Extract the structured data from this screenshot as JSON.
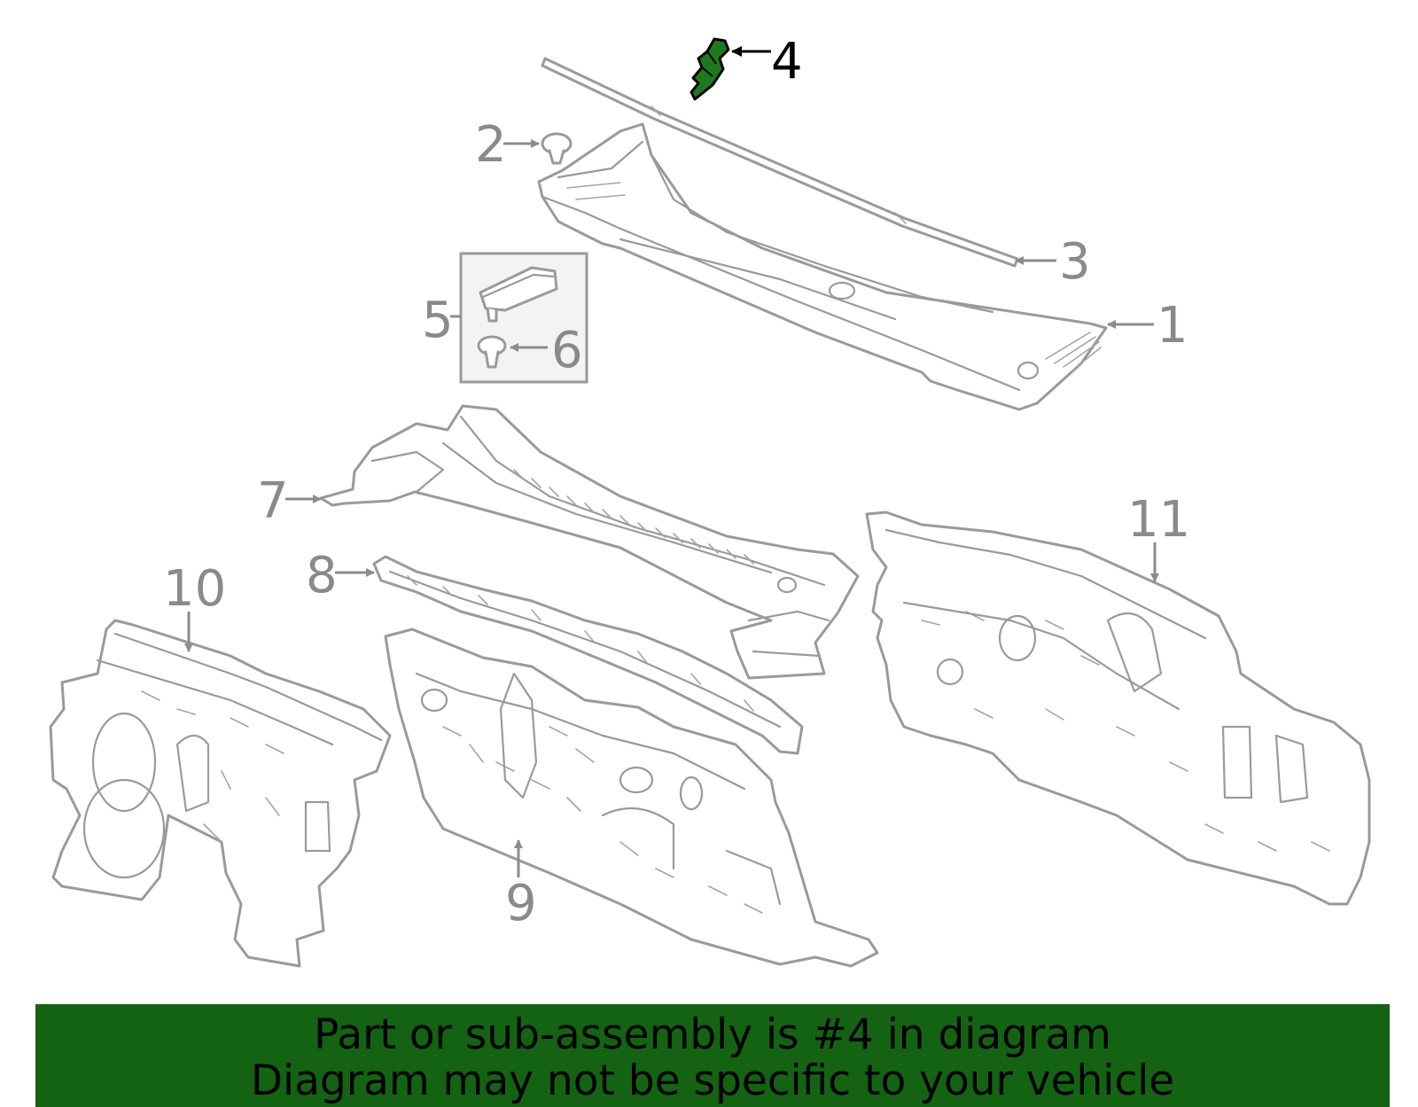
{
  "callouts": [
    {
      "id": "1",
      "label": "1"
    },
    {
      "id": "2",
      "label": "2"
    },
    {
      "id": "3",
      "label": "3"
    },
    {
      "id": "4",
      "label": "4",
      "highlighted": true
    },
    {
      "id": "5",
      "label": "5"
    },
    {
      "id": "6",
      "label": "6"
    },
    {
      "id": "7",
      "label": "7"
    },
    {
      "id": "8",
      "label": "8"
    },
    {
      "id": "9",
      "label": "9"
    },
    {
      "id": "10",
      "label": "10"
    },
    {
      "id": "11",
      "label": "11"
    }
  ],
  "banner": {
    "line1": "Part or sub-assembly is #4 in diagram",
    "line2": "Diagram may not be specific to your vehicle",
    "background_color": "#136313"
  },
  "colors": {
    "outline": "#9a9a9a",
    "highlight_part": "#1e7a1e"
  }
}
